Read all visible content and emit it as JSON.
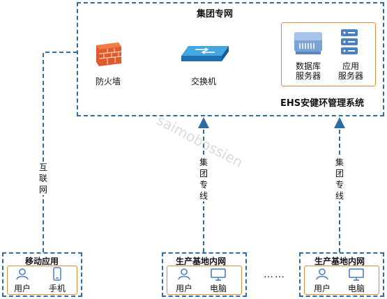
{
  "group_network": {
    "title": "集团专网",
    "firewall_label": "防火墙",
    "switch_label": "交换机",
    "db_server_label": "数据库\n服务器",
    "app_server_label": "应用\n服务器",
    "system_label": "EHS安健环管理系统"
  },
  "links": {
    "internet": "互联网",
    "dedicated_line_1": "集团专线",
    "dedicated_line_2": "集团专线"
  },
  "mobile": {
    "title": "移动应用",
    "user_label": "用户",
    "phone_label": "手机"
  },
  "base_1": {
    "title": "生产基地内网",
    "user_label": "用户",
    "pc_label": "电脑"
  },
  "base_2": {
    "title": "生产基地内网",
    "user_label": "用户",
    "pc_label": "电脑"
  },
  "ellipsis": "……",
  "watermark": "saimobossien",
  "colors": {
    "dashed": "#2e6da4",
    "orange": "#e08a3c",
    "icon_blue": "#4a7fc1",
    "firewall": "#e05a2b"
  }
}
